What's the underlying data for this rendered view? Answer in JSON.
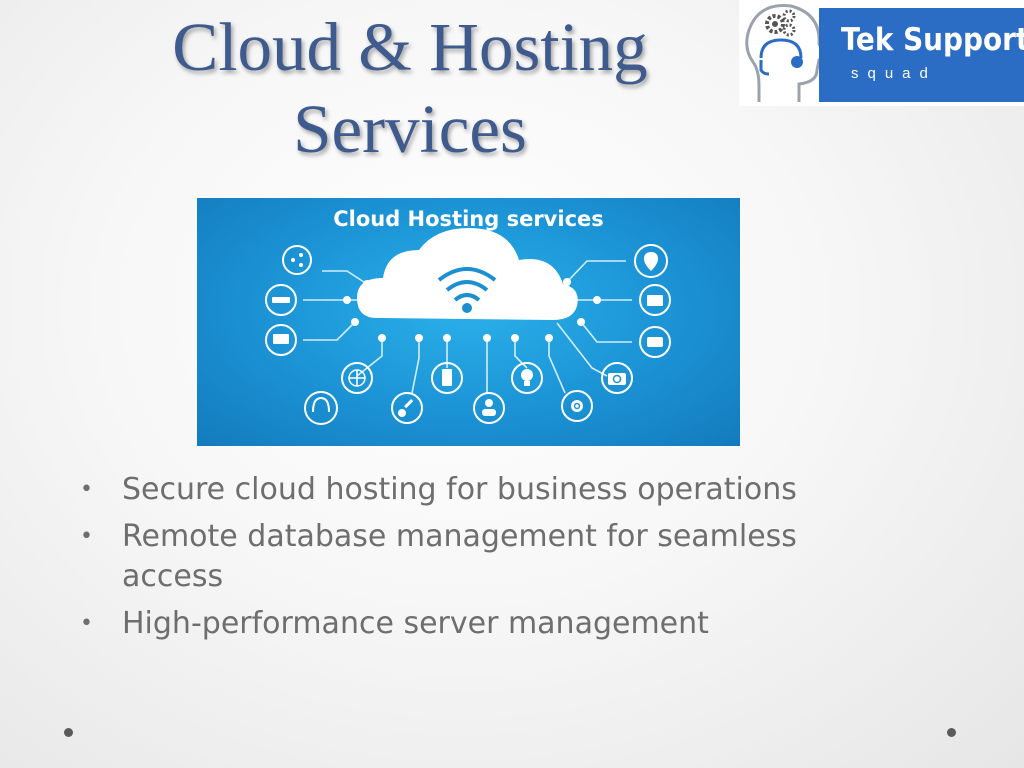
{
  "slide": {
    "title_lines": [
      "Cloud & Hosting",
      "Services"
    ],
    "bullets": [
      "Secure cloud hosting for business operations",
      "Remote database management for seamless access",
      "High-performance server management"
    ]
  },
  "logo": {
    "name": "Tek Support",
    "tagline": "squad",
    "icons": [
      "head-gears-icon",
      "headset-icon"
    ],
    "colors": {
      "panel": "#2b6cc4",
      "text": "#ffffff",
      "head": "#9aa3ad"
    }
  },
  "image": {
    "title": "Cloud Hosting services",
    "center_icon": "wifi-icon",
    "icons": [
      "share-icon",
      "router-icon",
      "monitor-icon",
      "location-pin-icon",
      "mail-icon",
      "chat-icon",
      "globe-icon",
      "tablet-icon",
      "lightbulb-icon",
      "camera-icon",
      "headphones-icon",
      "key-icon",
      "user-icon",
      "gear-icon"
    ],
    "colors": {
      "background": "#1b92d4",
      "cloud": "#ffffff",
      "icons": "#ffffff"
    }
  },
  "theme": {
    "title_color": "#3f5a8c",
    "bullet_color": "#6e6e6e"
  }
}
